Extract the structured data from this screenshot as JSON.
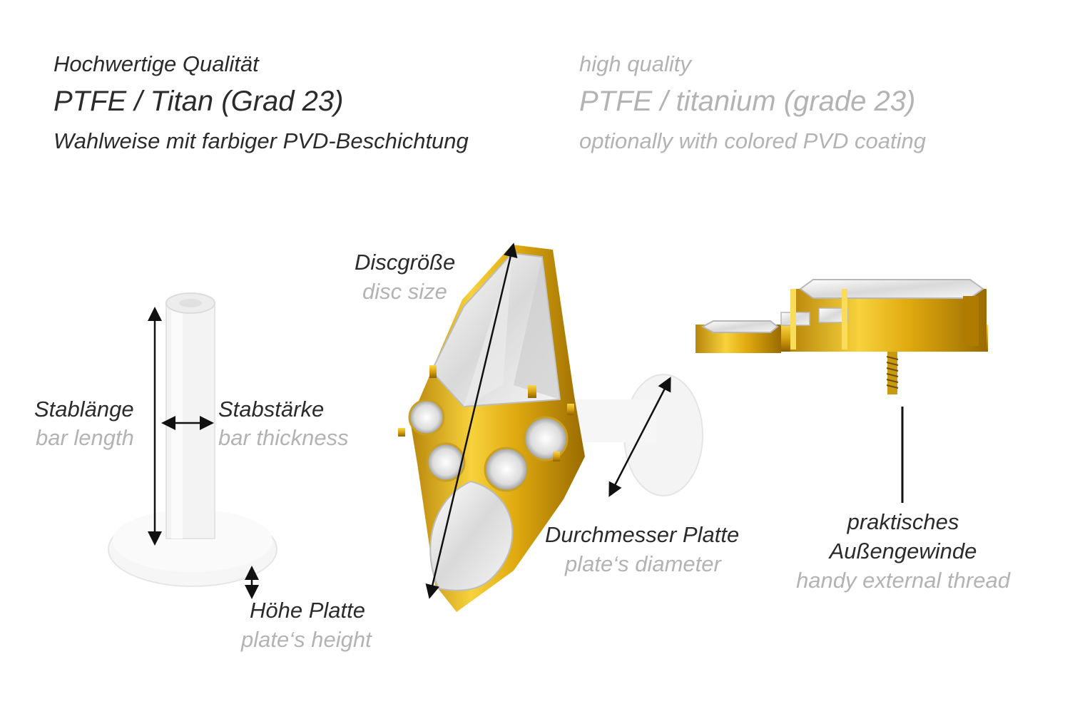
{
  "header_de": {
    "line1": "Hochwertige Qualität",
    "line2": "PTFE / Titan (Grad 23)",
    "line3": "Wahlweise mit farbiger PVD-Beschichtung"
  },
  "header_en": {
    "line1": "high quality",
    "line2": "PTFE / titanium (grade 23)",
    "line3": "optionally with colored PVD coating"
  },
  "labels": {
    "bar_length_de": "Stablänge",
    "bar_length_en": "bar length",
    "bar_thickness_de": "Stabstärke",
    "bar_thickness_en": "bar thickness",
    "plate_height_de": "Höhe Platte",
    "plate_height_en": "plate‘s height",
    "disc_size_de": "Discgröße",
    "disc_size_en": "disc size",
    "plate_diameter_de": "Durchmesser Platte",
    "plate_diameter_en": "plate‘s diameter",
    "thread_de_1": "praktisches",
    "thread_de_2": "Außengewinde",
    "thread_en": "handy external thread"
  },
  "colors": {
    "text_dark": "#2b2b2b",
    "text_light": "#b3b3b3",
    "gold": "#e3b512",
    "ptfe": "#f4f4f4"
  }
}
